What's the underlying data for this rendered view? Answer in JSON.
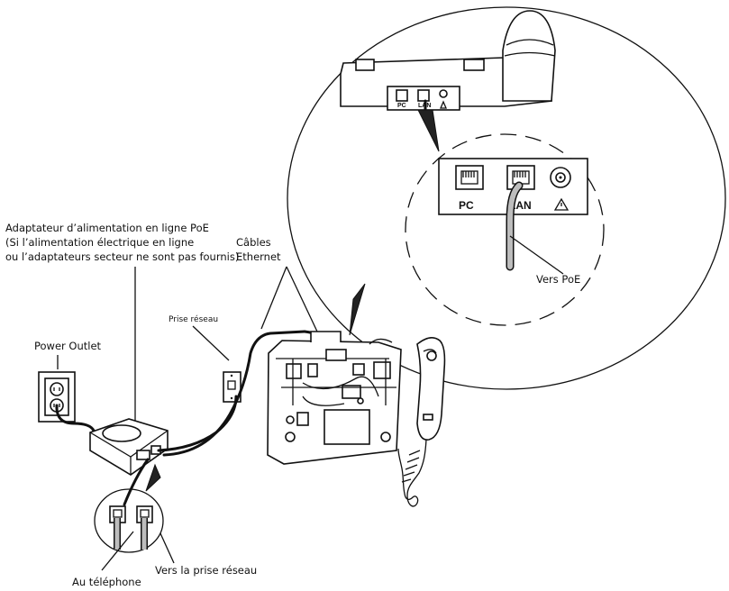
{
  "labels": {
    "poe_adapter_line1": "Adaptateur d’alimentation en ligne PoE",
    "poe_adapter_line2": "(Si l’alimentation électrique en ligne",
    "poe_adapter_line3": "ou l’adaptateurs secteur ne sont pas fournis)",
    "cables_line1": "Câbles",
    "cables_line2": "Ethernet",
    "network_jack": "Prise réseau",
    "power_outlet": "Power Outlet",
    "to_phone": "Au téléphone",
    "to_network_jack": "Vers la prise réseau",
    "to_poe": "Vers PoE"
  },
  "ports": {
    "pc": "PC",
    "lan": "LAN"
  },
  "icons": [
    "warning-triangle-icon",
    "power-jack-icon",
    "ethernet-port-icon"
  ]
}
